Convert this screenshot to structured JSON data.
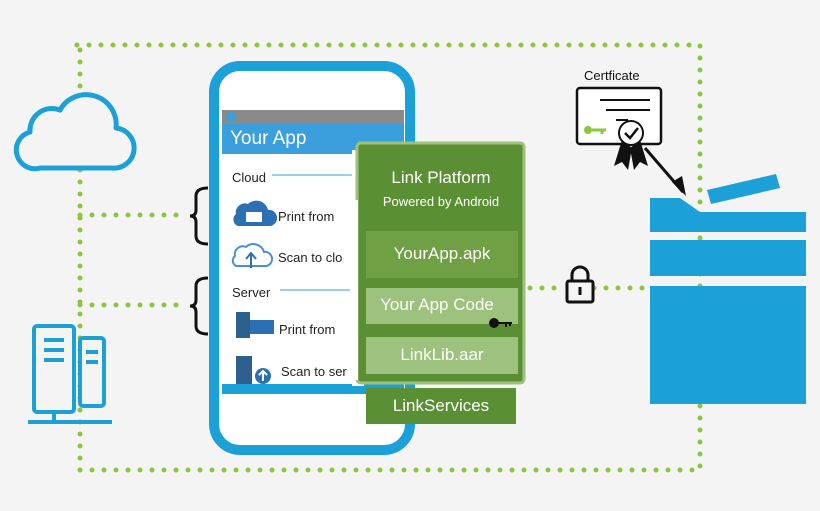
{
  "phone": {
    "app_title": "Your App",
    "sections": [
      {
        "label": "Cloud",
        "items": [
          {
            "label": "Print from",
            "icon": "cloud-print-icon"
          },
          {
            "label": "Scan to clo",
            "icon": "cloud-scan-icon"
          }
        ]
      },
      {
        "label": "Server",
        "items": [
          {
            "label": "Print from",
            "icon": "server-print-icon"
          },
          {
            "label": "Scan to ser",
            "icon": "server-scan-icon"
          }
        ]
      }
    ]
  },
  "platform": {
    "title": "Link Platform",
    "subtitle": "Powered by Android",
    "apk": "YourApp.apk",
    "code": "Your App Code",
    "lib": "LinkLib.aar",
    "services": "LinkServices"
  },
  "certificate": {
    "label": "Certficate"
  },
  "colors": {
    "accent": "#1ba1d8",
    "green_dark": "#5a8f33",
    "green_mid": "#6fa043",
    "green_light": "#9dc27d",
    "dots": "#8cc63f"
  },
  "icons": [
    "cloud-icon",
    "server-icon",
    "lock-icon",
    "key-icon",
    "printer-icon",
    "certificate-icon"
  ]
}
